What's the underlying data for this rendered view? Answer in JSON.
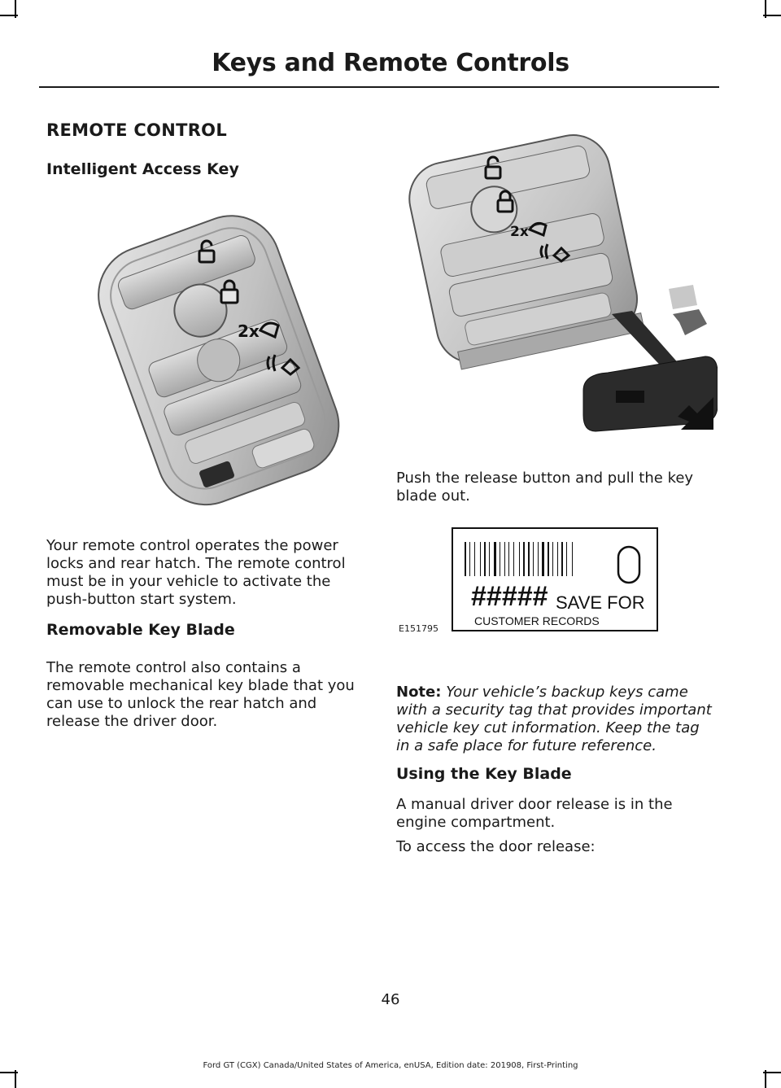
{
  "header": {
    "title": "Keys and Remote Controls"
  },
  "section": {
    "title": "REMOTE CONTROL",
    "subtitle": "Intelligent Access Key"
  },
  "left": {
    "intro": "Your remote control operates the power locks and rear hatch. The remote control must be in your vehicle to activate the push-button start system.",
    "removable_heading": "Removable Key Blade",
    "removable_text": "The remote control also contains a removable mechanical key blade that you can use to unlock the rear hatch and release the driver door."
  },
  "right": {
    "push_text": "Push the release button and pull the key blade out.",
    "tag": {
      "digits": "#####",
      "line1": "SAVE  FOR",
      "line2": "CUSTOMER   RECORDS",
      "code": "E151795"
    },
    "note_label": "Note:",
    "note_text": "Your vehicle’s backup keys came with a security tag that provides important vehicle key cut information. Keep the tag in a safe place for future reference.",
    "using_heading": "Using the Key Blade",
    "using_text": "A manual driver door release is in the engine compartment.",
    "access_text": "To access the door release:"
  },
  "footer": {
    "page_number": "46",
    "edition": "Ford GT (CGX) Canada/United States of America, enUSA, Edition date: 201908, First-Printing"
  },
  "colors": {
    "text": "#1a1a1a",
    "key_body": "#c9c9c9",
    "key_dark": "#2b2b2b"
  },
  "icons": [
    "lock-icon",
    "unlock-icon",
    "rear-hatch-icon",
    "panic-alarm-icon",
    "release-arrow-icon",
    "push-arrow-icon"
  ]
}
